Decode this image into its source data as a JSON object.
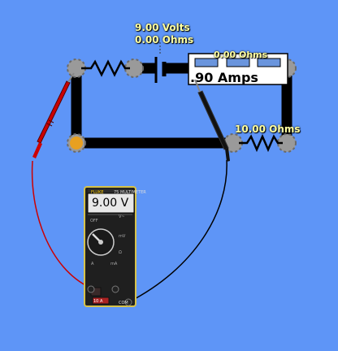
{
  "battery": {
    "voltage_label": "9.00 Volts",
    "resistance_label": "0.00 Ohms"
  },
  "resistor_2": {
    "label": "10.00 Ohms"
  },
  "ammeter": {
    "resistance_label": "0.00 Ohms",
    "current_label": ".90 Amps"
  },
  "multimeter": {
    "display": "9.00 V",
    "brand": "FLUKE",
    "model": "75 MULTIMETER",
    "dial_labels": [
      "OFF",
      "V~",
      "mV",
      "Ω",
      "A",
      "mA"
    ],
    "jacks": [
      "10 A",
      "COM"
    ]
  },
  "colors": {
    "background": "#5e95f7",
    "wire": "#000000",
    "probe_red": "#cc0000",
    "label_text": "#ffffa0",
    "junction_hot": "#e8a020"
  }
}
